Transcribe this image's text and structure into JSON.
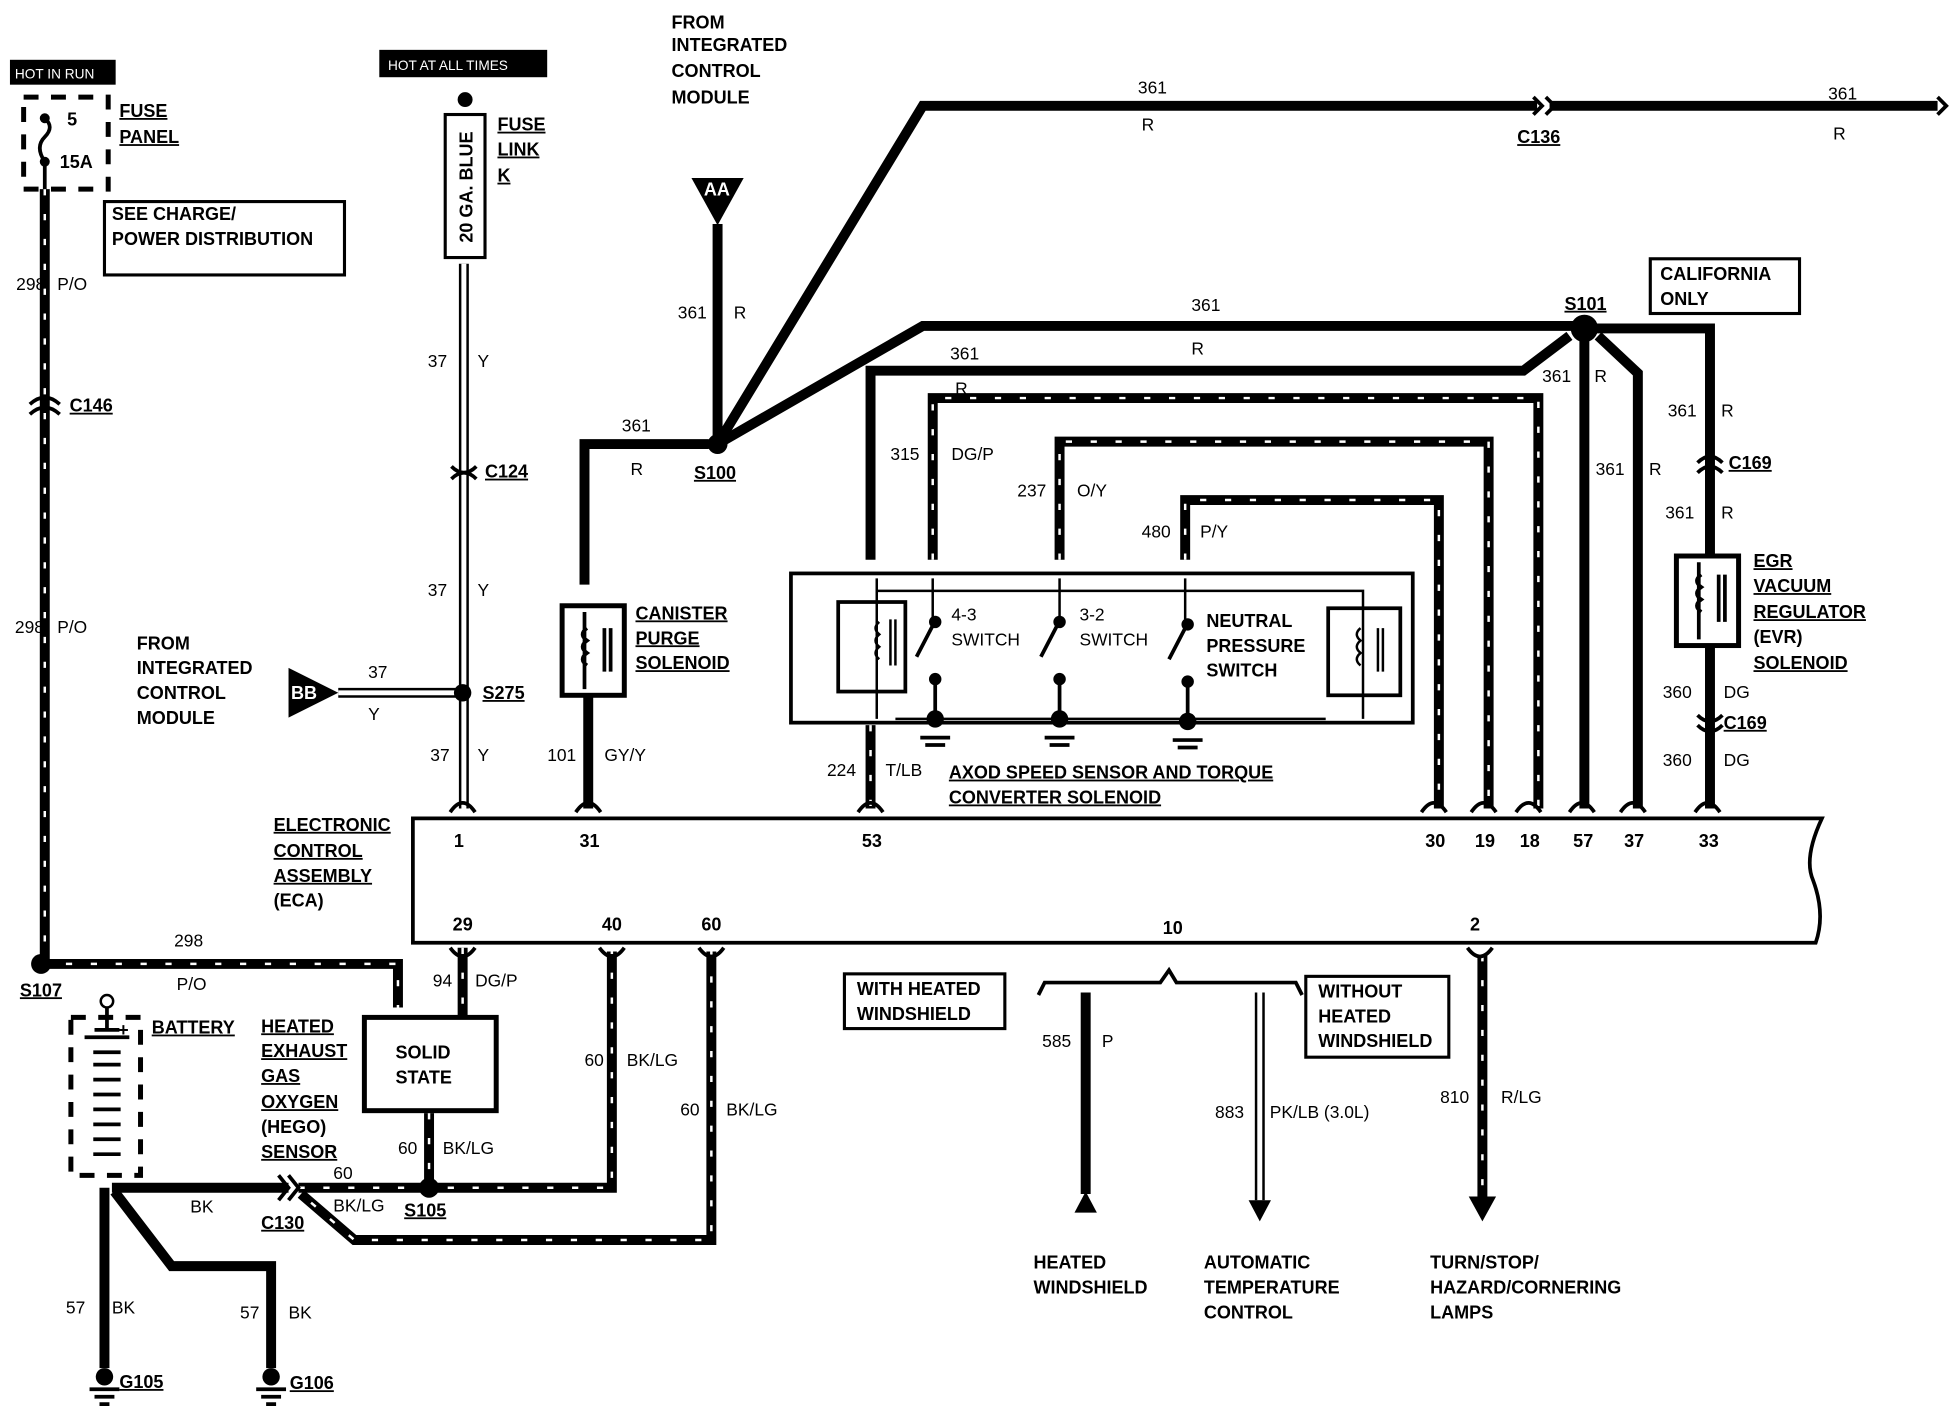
{
  "badges": {
    "hot_in_run": "HOT IN RUN",
    "hot_at_all_times": "HOT AT ALL TIMES"
  },
  "fuse_panel": {
    "label": [
      "FUSE",
      "PANEL"
    ],
    "fuse_number": "5",
    "rating": "15A"
  },
  "fuse_link": {
    "gauge": "20 GA. BLUE",
    "label": [
      "FUSE",
      "LINK",
      "K"
    ]
  },
  "notes": {
    "see_charge": [
      "SEE CHARGE/",
      "POWER DISTRIBUTION"
    ],
    "california_only": [
      "CALIFORNIA",
      "ONLY"
    ],
    "with_heated_windshield": [
      "WITH HEATED",
      "WINDSHIELD"
    ],
    "without_heated_windshield": [
      "WITHOUT",
      "HEATED",
      "WINDSHIELD"
    ]
  },
  "sources": {
    "icm_top": [
      "FROM",
      "INTEGRATED",
      "CONTROL",
      "MODULE"
    ],
    "icm_left": [
      "FROM",
      "INTEGRATED",
      "CONTROL",
      "MODULE"
    ],
    "aa": "AA",
    "bb": "BB"
  },
  "connectors": {
    "c146": "C146",
    "c124": "C124",
    "c136": "C136",
    "c169_top": "C169",
    "c169_bottom": "C169",
    "c130": "C130"
  },
  "splices": {
    "s100": "S100",
    "s101": "S101",
    "s107": "S107",
    "s275": "S275",
    "s105": "S105"
  },
  "grounds": {
    "g105": "G105",
    "g106": "G106"
  },
  "components": {
    "canister": [
      "CANISTER",
      "PURGE",
      "SOLENOID"
    ],
    "egr": [
      "EGR",
      "VACUUM",
      "REGULATOR",
      "(EVR)",
      "SOLENOID"
    ],
    "switch_43": [
      "4-3",
      "SWITCH"
    ],
    "switch_32": [
      "3-2",
      "SWITCH"
    ],
    "neutral": [
      "NEUTRAL",
      "PRESSURE",
      "SWITCH"
    ],
    "axod": [
      "AXOD SPEED SENSOR AND TORQUE",
      "CONVERTER SOLENOID"
    ],
    "battery": "BATTERY",
    "hego": [
      "HEATED",
      "EXHAUST",
      "GAS",
      "OXYGEN",
      "(HEGO)",
      "SENSOR"
    ],
    "solid_state": [
      "SOLID",
      "STATE"
    ],
    "eca": [
      "ELECTRONIC",
      "CONTROL",
      "ASSEMBLY",
      "(ECA)"
    ]
  },
  "eca_pins": {
    "top": [
      "1",
      "31",
      "53",
      "30",
      "19",
      "18",
      "57",
      "37",
      "33"
    ],
    "bottom": [
      "29",
      "40",
      "60",
      "10",
      "2"
    ]
  },
  "destinations": {
    "heated_windshield": [
      "HEATED",
      "WINDSHIELD"
    ],
    "atc": [
      "AUTOMATIC",
      "TEMPERATURE",
      "CONTROL"
    ],
    "lamps": [
      "TURN/STOP/",
      "HAZARD/CORNERING",
      "LAMPS"
    ]
  },
  "wires": [
    {
      "circuit": "298",
      "color": "P/O"
    },
    {
      "circuit": "298",
      "color": "P/O"
    },
    {
      "circuit": "298",
      "color": "P/O"
    },
    {
      "circuit": "37",
      "color": "Y"
    },
    {
      "circuit": "37",
      "color": "Y"
    },
    {
      "circuit": "37",
      "color": "Y"
    },
    {
      "circuit": "37",
      "color": "Y"
    },
    {
      "circuit": "361",
      "color": "R"
    },
    {
      "circuit": "361",
      "color": "R"
    },
    {
      "circuit": "101",
      "color": "GY/Y"
    },
    {
      "circuit": "361",
      "color": "R"
    },
    {
      "circuit": "361",
      "color": "R"
    },
    {
      "circuit": "361",
      "color": "R"
    },
    {
      "circuit": "361",
      "color": "R"
    },
    {
      "circuit": "315",
      "color": "DG/P"
    },
    {
      "circuit": "237",
      "color": "O/Y"
    },
    {
      "circuit": "480",
      "color": "P/Y"
    },
    {
      "circuit": "224",
      "color": "T/LB"
    },
    {
      "circuit": "361",
      "color": "R"
    },
    {
      "circuit": "361",
      "color": "R"
    },
    {
      "circuit": "361",
      "color": "R"
    },
    {
      "circuit": "361",
      "color": "R"
    },
    {
      "circuit": "360",
      "color": "DG"
    },
    {
      "circuit": "360",
      "color": "DG"
    },
    {
      "circuit": "94",
      "color": "DG/P"
    },
    {
      "circuit": "60",
      "color": "BK/LG"
    },
    {
      "circuit": "60",
      "color": "BK/LG"
    },
    {
      "circuit": "60",
      "color": "BK/LG"
    },
    {
      "circuit": "60",
      "color": "BK/LG"
    },
    {
      "circuit": "",
      "color": "BK"
    },
    {
      "circuit": "57",
      "color": "BK"
    },
    {
      "circuit": "57",
      "color": "BK"
    },
    {
      "circuit": "585",
      "color": "P"
    },
    {
      "circuit": "883",
      "color": "PK/LB (3.0L)"
    },
    {
      "circuit": "810",
      "color": "R/LG"
    }
  ]
}
